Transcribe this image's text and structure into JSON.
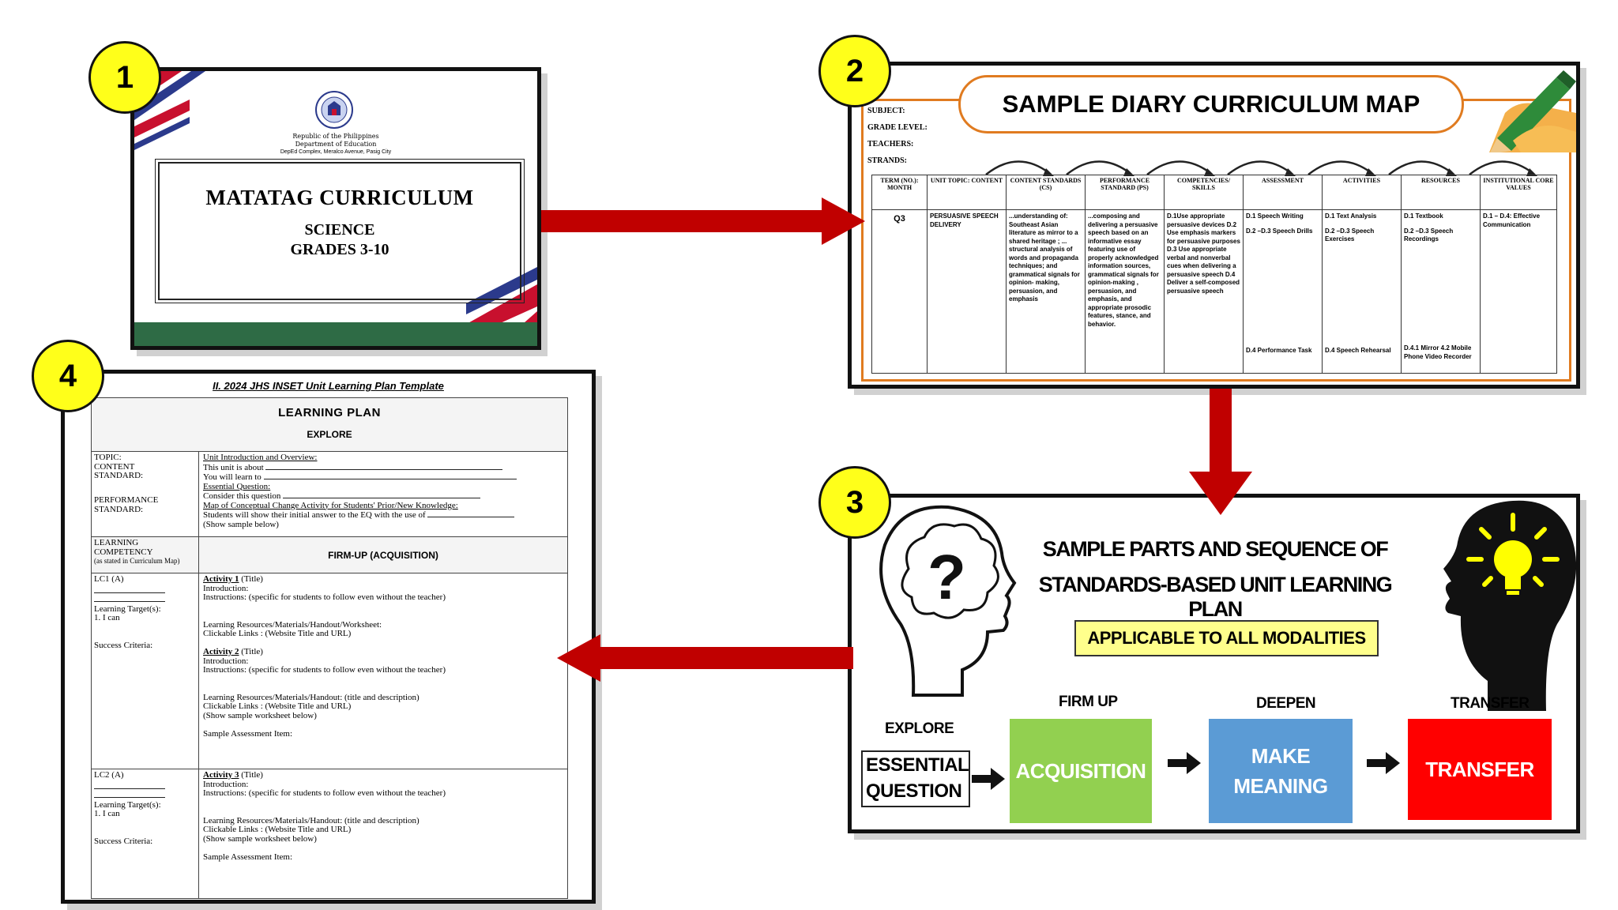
{
  "badges": [
    "1",
    "2",
    "3",
    "4"
  ],
  "panel1": {
    "org_lines": [
      "Republic of the Philippines",
      "Department of Education",
      "DepEd Complex, Meralco Avenue, Pasig City"
    ],
    "title": "MATATAG CURRICULUM",
    "subject": "SCIENCE",
    "grades": "GRADES 3-10"
  },
  "panel2": {
    "title": "SAMPLE DIARY CURRICULUM MAP",
    "meta": [
      "SUBJECT:",
      "GRADE LEVEL:",
      "TEACHERS:",
      "STRANDS:"
    ],
    "headers": [
      "TERM (NO.): MONTH",
      "UNIT TOPIC: CONTENT",
      "CONTENT STANDARDS (CS)",
      "PERFORMANCE STANDARD (PS)",
      "COMPETENCIES/ SKILLS",
      "ASSESSMENT",
      "ACTIVITIES",
      "RESOURCES",
      "INSTITUTIONAL CORE VALUES"
    ],
    "row": {
      "term": "Q3",
      "topic": "PERSUASIVE SPEECH DELIVERY",
      "cs": "...understanding of: Southeast Asian literature as mirror to a shared heritage ; ... structural analysis of words and propaganda techniques; and grammatical signals for opinion- making, persuasion, and emphasis",
      "ps": "...composing and delivering a persuasive speech based on an informative essay featuring use of properly acknowledged information sources, grammatical signals for opinion-making , persuasion, and emphasis, and appropriate prosodic features, stance, and behavior.",
      "skills": "D.1Use appropriate persuasive devices D.2 Use emphasis markers for persuasive purposes D.3 Use appropriate verbal and nonverbal cues when delivering a persuasive speech D.4 Deliver a self-composed persuasive speech",
      "assessment_top": "D.1 Speech Writing",
      "assessment_mid": "D.2 –D.3 Speech Drills",
      "assessment_bottom": "D.4 Performance Task",
      "activities_top": "D.1 Text Analysis",
      "activities_mid": "D.2 –D.3 Speech Exercises",
      "activities_bottom": "D.4 Speech Rehearsal",
      "resources_top": "D.1 Textbook",
      "resources_mid": "D.2 –D.3 Speech Recordings",
      "resources_bottom": "D.4.1 Mirror 4.2 Mobile Phone Video Recorder",
      "values": "D.1 – D.4: Effective Communication"
    }
  },
  "panel3": {
    "heading_line1": "SAMPLE PARTS AND SEQUENCE OF",
    "heading_line2": "STANDARDS-BASED UNIT LEARNING PLAN",
    "modalities": "APPLICABLE TO ALL MODALITIES",
    "explore": "EXPLORE",
    "eq_line1": "ESSENTIAL",
    "eq_line2": "QUESTION",
    "firm_up": "FIRM UP",
    "acquisition": "ACQUISITION",
    "deepen": "DEEPEN",
    "make_meaning_1": "MAKE",
    "make_meaning_2": "MEANING",
    "transfer_label": "TRANSFER",
    "transfer_box": "TRANSFER",
    "question_mark": "?",
    "colors": {
      "acquisition": "#92d050",
      "make_meaning": "#5b9bd5",
      "transfer": "#ff0000",
      "modalities": "#ffff8c",
      "bulb": "#ffff00"
    }
  },
  "panel4": {
    "title": "II. 2024 JHS INSET Unit Learning Plan Template",
    "learning_plan": "LEARNING PLAN",
    "explore": "EXPLORE",
    "topic_labels": [
      "TOPIC:",
      "CONTENT",
      "STANDARD:",
      "PERFORMANCE",
      "STANDARD:"
    ],
    "explore_lines": [
      "Unit Introduction and Overview:",
      "This unit is about",
      "You will learn to",
      "Essential Question:",
      "Consider this question",
      "Map of Conceptual Change Activity for Students' Prior/New Knowledge:",
      "Students will show their initial answer to the EQ with the use of",
      "(Show sample below)"
    ],
    "lc_header": [
      "LEARNING",
      "COMPETENCY",
      "(as stated in Curriculum Map)"
    ],
    "firm_up": "FIRM-UP (ACQUISITION)",
    "lc1": "LC1 (A)",
    "lc2": "LC2 (A)",
    "learning_target": "Learning Target(s):",
    "i_can": "1. I can",
    "success": "Success Criteria:",
    "act1": "Activity 1",
    "act2": "Activity 2",
    "act3": "Activity 3",
    "title_tag": "(Title)",
    "introduction": "Introduction:",
    "instructions": "Instructions: (specific for students to follow even without the teacher)",
    "resources1": "Learning Resources/Materials/Handout/Worksheet:",
    "links": "Clickable Links : (Website Title and URL)",
    "resources2": "Learning Resources/Materials/Handout: (title and description)",
    "show_ws": "(Show sample worksheet below)",
    "assessment": "Sample Assessment Item:"
  }
}
